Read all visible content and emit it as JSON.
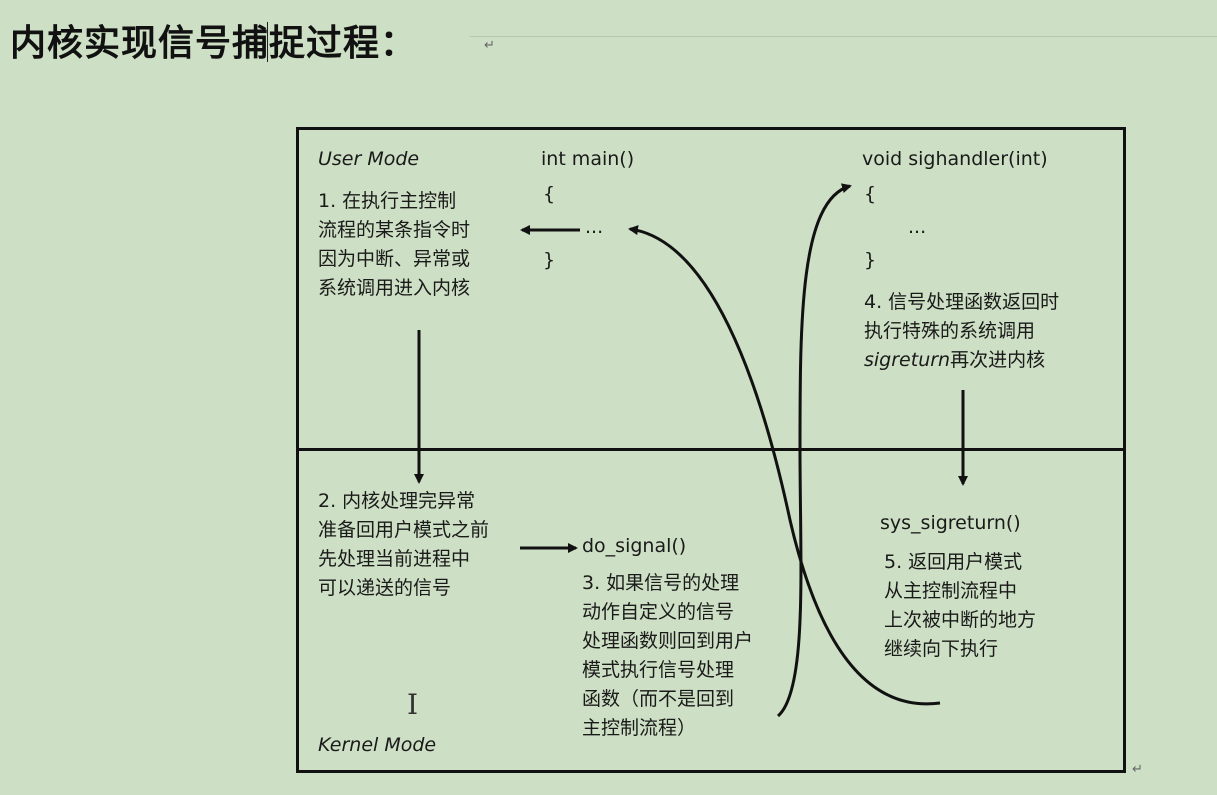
{
  "heading": "内核实现信号捕捉过程：",
  "user_mode": {
    "label": "User Mode",
    "main_code": {
      "signature": "int main()",
      "open": "{",
      "body": "...",
      "close": "}"
    },
    "step1": [
      "1. 在执行主控制",
      "流程的某条指令时",
      "因为中断、异常或",
      "系统调用进入内核"
    ],
    "handler_code": {
      "signature": "void sighandler(int)",
      "open": "{",
      "body": "...",
      "close": "}"
    },
    "step4": [
      "4. 信号处理函数返回时",
      "执行特殊的系统调用",
      "sigreturn再次进内核"
    ]
  },
  "kernel_mode": {
    "label": "Kernel Mode",
    "step2": [
      "2. 内核处理完异常",
      "准备回用户模式之前",
      "先处理当前进程中",
      "可以递送的信号"
    ],
    "do_signal": "do_signal()",
    "step3": [
      "3. 如果信号的处理",
      "动作自定义的信号",
      "处理函数则回到用户",
      "模式执行信号处理",
      "函数（而不是回到",
      "主控制流程）"
    ],
    "sys_sigreturn": "sys_sigreturn()",
    "step5": [
      "5. 返回用户模式",
      "从主控制流程中",
      "上次被中断的地方",
      "继续向下执行"
    ]
  },
  "colors": {
    "background": "#cddfc4",
    "ink": "#111111"
  }
}
